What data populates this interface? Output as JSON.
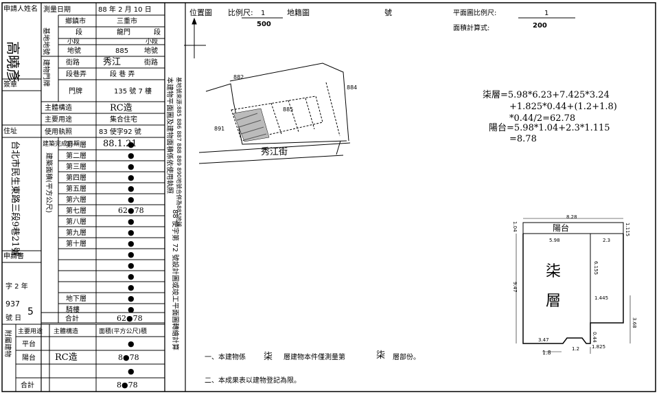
{
  "header": {
    "applicant_label": "申請人姓名",
    "applicant_name": "高曉彥",
    "seal_label": "簽章",
    "address_label": "住址",
    "applicant_address": "台北市民生東路三段9巷21號",
    "apply_doc_label": "申請書",
    "apply_year_label": "字 2 年",
    "apply_no_label": "號 日",
    "apply_number": "5",
    "apply_month": "937",
    "apply_day": "2"
  },
  "survey": {
    "date_label": "測量日期",
    "date_value": "88 年 2 月 10 日",
    "land_no_label": "基地地號",
    "township_label": "鄉鎮市",
    "township_value": "三重市",
    "section_label": "段",
    "section_value": "龍門",
    "section_suffix": "段",
    "subsection_label": "小段",
    "subsection_suffix": "小段",
    "land_number_label": "地號",
    "land_number_value": "885",
    "land_number_suffix": "地號",
    "building_plate_label": "建物門牌",
    "street_label": "街路",
    "street_value": "秀江",
    "street_suffix": "街路",
    "lane_label": "段巷弄",
    "lane_value": "段 巷 弄",
    "door_label": "門牌",
    "door_value": "135 號 7 樓"
  },
  "building": {
    "structure_label": "主體構造",
    "structure_value": "RC造",
    "use_label": "主要用途",
    "use_value": "集合住宅",
    "license_label": "使用執照",
    "license_value": "83 使字92 號",
    "completion_label": "建築完成日期",
    "completion_value": "88.1.21",
    "area_label": "建築面積(平方公尺)",
    "floors": [
      {
        "name": "第一層",
        "value": "●"
      },
      {
        "name": "第二層",
        "value": "●"
      },
      {
        "name": "第三層",
        "value": "●"
      },
      {
        "name": "第四層",
        "value": "●"
      },
      {
        "name": "第五層",
        "value": "●"
      },
      {
        "name": "第六層",
        "value": "●"
      },
      {
        "name": "第七層",
        "value": "62●78"
      },
      {
        "name": "第八層",
        "value": "●"
      },
      {
        "name": "第九層",
        "value": "●"
      },
      {
        "name": "第十層",
        "value": "●"
      },
      {
        "name": "",
        "value": "●"
      },
      {
        "name": "",
        "value": "●"
      },
      {
        "name": "",
        "value": "●"
      },
      {
        "name": "",
        "value": "●"
      },
      {
        "name": "地下層",
        "value": "●"
      },
      {
        "name": "騎樓",
        "value": "●"
      }
    ],
    "total_label": "合計",
    "total_value": "62●78"
  },
  "annex": {
    "label": "附屬建物",
    "use_header": "主要用途",
    "structure_header": "主體構造",
    "area_header": "面積(平方公尺)積",
    "rows": [
      {
        "use": "平台",
        "structure": "",
        "area": "●"
      },
      {
        "use": "陽台",
        "structure": "RC造",
        "area": "8●78"
      },
      {
        "use": "",
        "structure": "",
        "area": "●"
      }
    ],
    "total_label": "合計",
    "total_value": "8●78"
  },
  "center_column": {
    "text": "本建物平面圖及建物面積係依使用執照",
    "source_text": "基地號來源:885 886 887 888 889 890地號合併為885地號",
    "license_text": "88 使字第 72 號設計圖或竣工平面圖轉繪計算"
  },
  "site_plan": {
    "title": "位置圖",
    "scale_label": "比例尺:",
    "scale_num": "1",
    "scale_den": "500",
    "cadastral_label": "地籍圖",
    "cadastral_suffix": "號",
    "parcels": [
      "882",
      "884",
      "885",
      "891"
    ],
    "road_label": "秀江街"
  },
  "floor_plan": {
    "scale_label": "平面圖比例尺:",
    "scale_num": "1",
    "scale_den": "200",
    "calc_label": "面積計算式:",
    "calc_lines": [
      "柒層=5.98*6.23+7.425*3.24",
      "+1.825*0.44+(1.2+1.8)",
      "*0.44/2=62.78",
      "陽台=5.98*1.04+2.3*1.115",
      "=8.78"
    ],
    "balcony_label": "陽台",
    "floor_label_1": "柒",
    "floor_label_2": "層",
    "dims": {
      "top": "8.28",
      "left": "1.04",
      "right": "1.115",
      "d598": "5.98",
      "d23": "2.3",
      "d6155": "6.155",
      "d947": "9.47",
      "d1445": "1.445",
      "d368": "3.68",
      "d347": "3.47",
      "d044": "0.44",
      "d18": "1.8",
      "d12": "1.2",
      "d1825": "1.825"
    }
  },
  "notes": {
    "note1_a": "一、本建物係",
    "note1_b": "柒",
    "note1_c": "層建物本件僅測量第",
    "note1_d": "柒",
    "note1_e": "層部份。",
    "note2": "二、本成果表以建物登記為限。"
  }
}
